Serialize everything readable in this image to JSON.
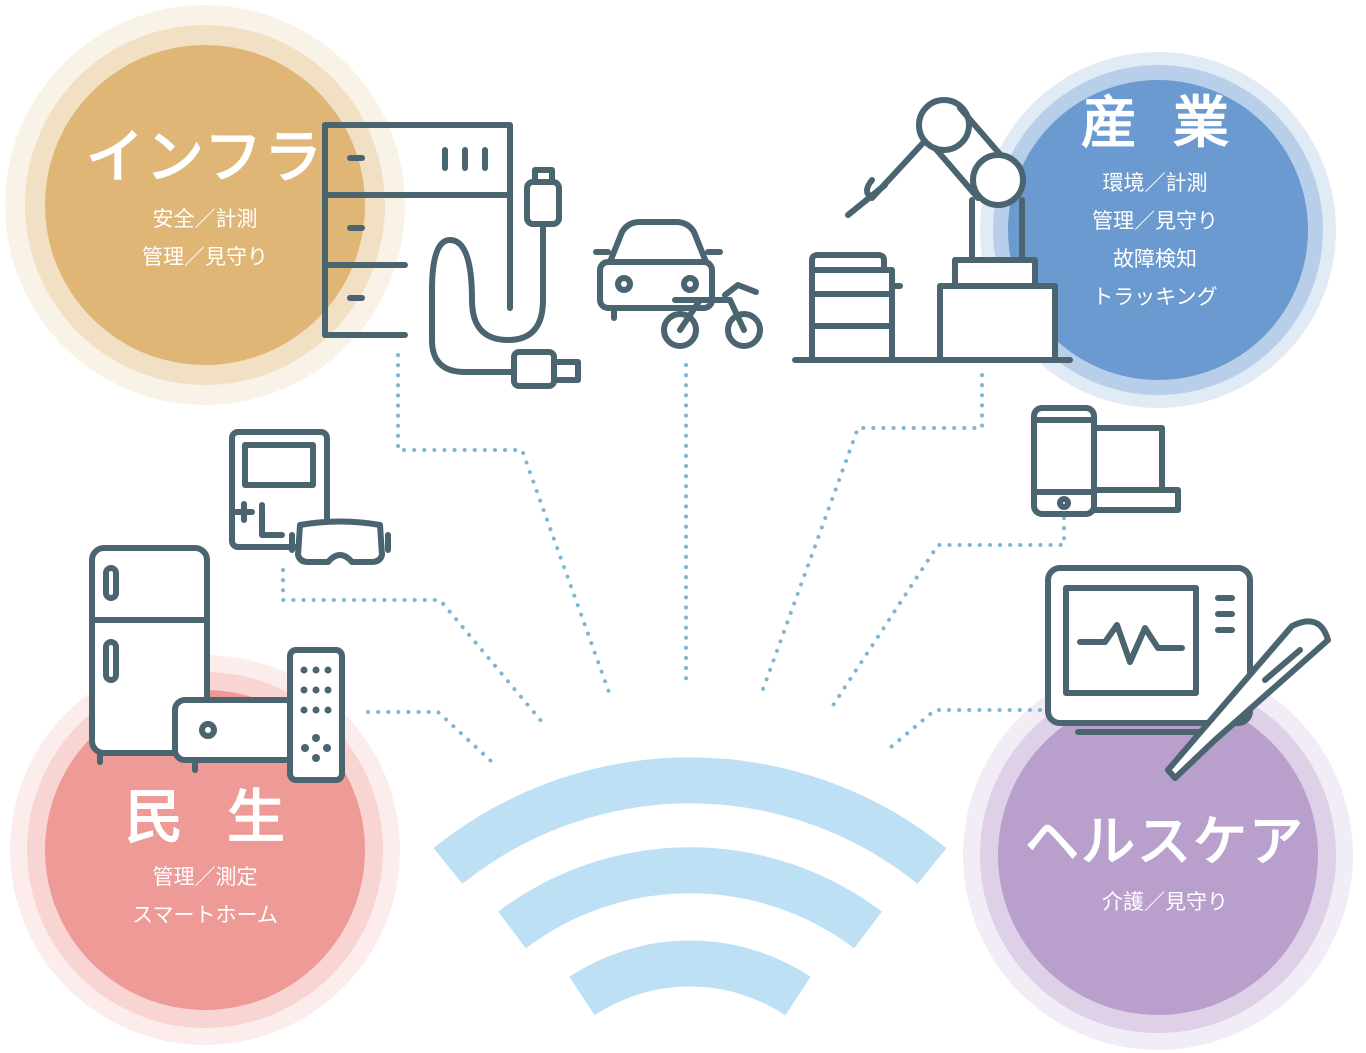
{
  "categories": {
    "infra": {
      "title": "インフラ",
      "lines": [
        "安全／計測",
        "管理／見守り"
      ],
      "color": "#e0b676"
    },
    "industry": {
      "title": "産業",
      "lines": [
        "環境／計測",
        "管理／見守り",
        "故障検知",
        "トラッキング"
      ],
      "color": "#6b9ad0"
    },
    "consumer": {
      "title": "民生",
      "lines": [
        "管理／測定",
        "スマートホーム"
      ],
      "color": "#ee9a96"
    },
    "healthcare": {
      "title": "ヘルスケア",
      "lines": [
        "介護／見守り"
      ],
      "color": "#b99fcb"
    }
  },
  "colors": {
    "icon_stroke": "#4a6470",
    "connector": "#7fb6d3",
    "wifi": "#bde0f5"
  },
  "icons": [
    "server-icon",
    "cable-icon",
    "car-icon",
    "motorcycle-icon",
    "robot-arm-icon",
    "boxes-icon",
    "game-console-icon",
    "vr-goggles-icon",
    "smartphone-icon",
    "laptop-icon",
    "refrigerator-icon",
    "microwave-icon",
    "remote-control-icon",
    "vital-monitor-icon",
    "thermometer-icon",
    "wifi-icon"
  ]
}
